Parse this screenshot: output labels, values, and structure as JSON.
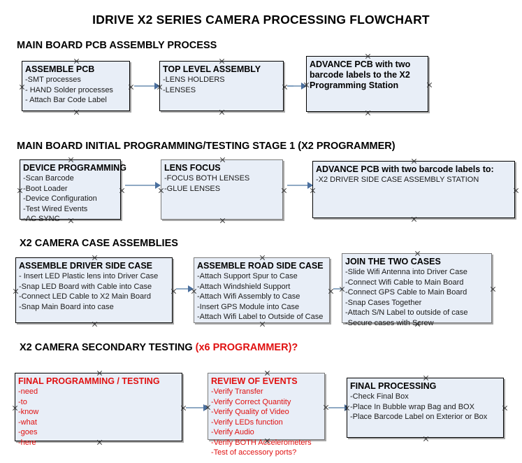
{
  "document": {
    "title": "IDRIVE X2  SERIES CAMERA PROCESSING FLOWCHART"
  },
  "sections": [
    {
      "id": "main-board-pcb-assembly",
      "heading": "MAIN BOARD PCB ASSEMBLY PROCESS",
      "heading_red": "",
      "boxes": [
        {
          "title": "ASSEMBLE PCB",
          "lines": [
            "-SMT processes",
            "- HAND Solder processes",
            "- Attach Bar Code Label"
          ],
          "color": "black"
        },
        {
          "title": "TOP LEVEL ASSEMBLY",
          "lines": [
            "-LENS HOLDERS",
            "-LENSES"
          ],
          "color": "black"
        },
        {
          "title": "ADVANCE PCB with two barcode labels to the  X2 Programming Station",
          "lines": [],
          "color": "black"
        }
      ]
    },
    {
      "id": "initial-programming-testing",
      "heading": "MAIN BOARD INITIAL PROGRAMMING/TESTING STAGE 1 (X2 PROGRAMMER)",
      "heading_red": "",
      "boxes": [
        {
          "title": "DEVICE PROGRAMMING",
          "lines": [
            "-Scan Barcode",
            "-Boot Loader",
            "-Device Configuration",
            "-Test Wired Events",
            "-AC SYNC"
          ],
          "color": "black"
        },
        {
          "title": "LENS FOCUS",
          "lines": [
            "-FOCUS BOTH LENSES",
            "-GLUE LENSES"
          ],
          "color": "black"
        },
        {
          "title": "ADVANCE PCB with two barcode labels to:",
          "lines": [
            "-X2 DRIVER  SIDE  CASE  ASSEMBLY STATION"
          ],
          "color": "black"
        }
      ]
    },
    {
      "id": "camera-case-assemblies",
      "heading": "X2 CAMERA CASE ASSEMBLIES",
      "heading_red": "",
      "boxes": [
        {
          "title": "ASSEMBLE DRIVER SIDE CASE",
          "lines": [
            "- Insert LED Plastic lens into Driver Case",
            "-Snap LED Board with Cable into Case",
            "-Connect LED Cable to X2 Main Board",
            "-Snap Main Board into case"
          ],
          "color": "black"
        },
        {
          "title": "ASSEMBLE ROAD SIDE CASE",
          "lines": [
            "-Attach Support Spur to Case",
            "-Attach Windshield Support",
            "-Attach Wifi Assembly to Case",
            "-Insert GPS Module into Case",
            "-Attach Wifi Label to Outside of Case"
          ],
          "color": "black"
        },
        {
          "title": "JOIN THE TWO CASES",
          "lines": [
            "-Slide Wifi Antenna into Driver Case",
            "-Connect Wifi Cable to Main Board",
            "-Connect GPS Cable to Main Board",
            "-Snap Cases Together",
            "-Attach S/N Label to outside of case",
            "-Secure cases with Screw"
          ],
          "color": "black"
        }
      ]
    },
    {
      "id": "secondary-testing",
      "heading": "X2 CAMERA SECONDARY TESTING ",
      "heading_red": "(x6 PROGRAMMER)?",
      "boxes": [
        {
          "title": "FINAL PROGRAMMING / TESTING",
          "lines": [
            "-need",
            "-to",
            "-know",
            "-what",
            "-goes",
            "-here"
          ],
          "color": "red"
        },
        {
          "title": "REVIEW OF EVENTS",
          "lines": [
            "-Verify Transfer",
            "-Verify Correct Quantity",
            "-Verify Quality of Video",
            "-Verify LEDs function",
            "-Verify Audio",
            "-Verify BOTH Accelerometers",
            "-Test of accessory ports?"
          ],
          "color": "red"
        },
        {
          "title": "FINAL PROCESSING",
          "lines": [
            " -Check Final Box",
            "-Place In Bubble wrap Bag and BOX",
            "-Place Barcode Label on Exterior or Box"
          ],
          "color": "black"
        }
      ]
    }
  ],
  "colors": {
    "box_fill": "#e8eef7",
    "box_border": "#000000",
    "arrow": "#8fa9c4",
    "arrow_head": "#4a6f9e",
    "red_text": "#e01010",
    "text": "#000000"
  }
}
